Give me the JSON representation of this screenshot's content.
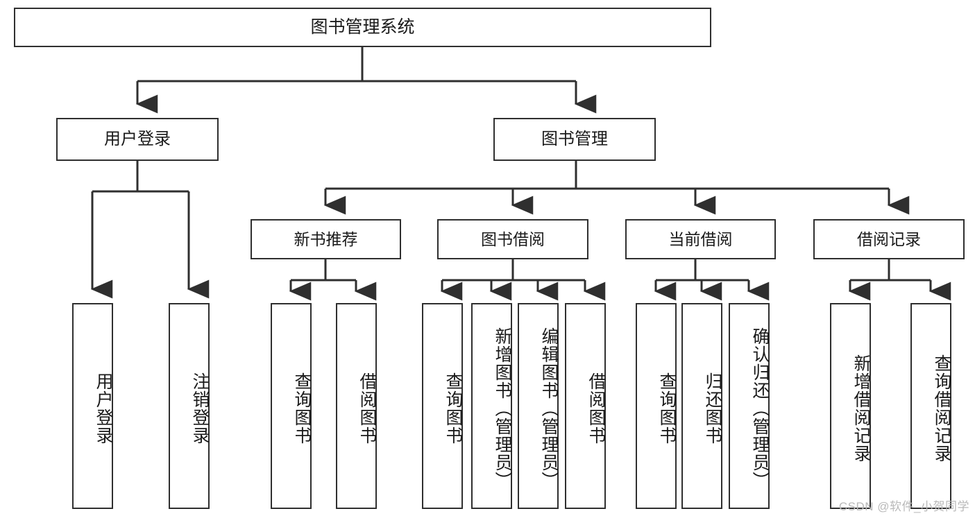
{
  "diagram": {
    "title": "图书管理系统",
    "type": "tree",
    "stroke_color": "#2f2f2f",
    "background_color": "#ffffff",
    "text_color": "#1a1a1a",
    "root": {
      "label": "图书管理系统"
    },
    "level2": [
      {
        "label": "用户登录"
      },
      {
        "label": "图书管理"
      }
    ],
    "level3": [
      {
        "label": "新书推荐"
      },
      {
        "label": "图书借阅"
      },
      {
        "label": "当前借阅"
      },
      {
        "label": "借阅记录"
      }
    ],
    "leaves": {
      "user_login": [
        {
          "label": "用户登录"
        },
        {
          "label": "注销登录"
        }
      ],
      "new_book_recommend": [
        {
          "label": "查询图书"
        },
        {
          "label": "借阅图书"
        }
      ],
      "book_borrow": [
        {
          "label": "查询图书"
        },
        {
          "label": "新增图书（管理员）"
        },
        {
          "label": "编辑图书（管理员）"
        },
        {
          "label": "借阅图书"
        }
      ],
      "current_borrow": [
        {
          "label": "查询图书"
        },
        {
          "label": "归还图书"
        },
        {
          "label": "确认归还（管理员）"
        }
      ],
      "borrow_record": [
        {
          "label": "新增借阅记录"
        },
        {
          "label": "查询借阅记录"
        }
      ]
    }
  },
  "watermark": {
    "text": "CSDN @软件_小贺同学",
    "color": "#b9b9b9"
  }
}
